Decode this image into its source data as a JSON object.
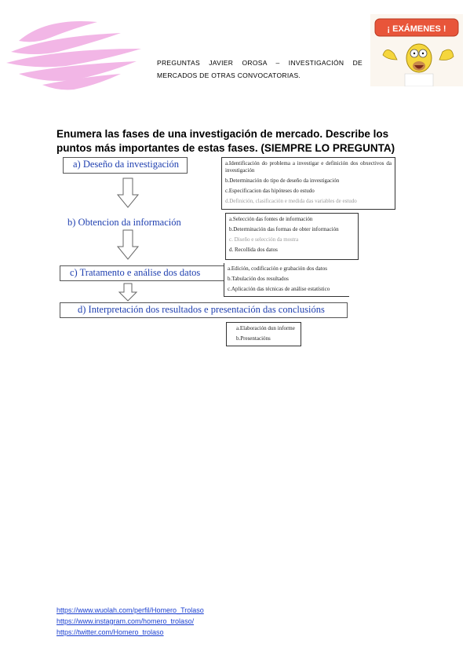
{
  "header": {
    "line1": "PREGUNTAS JAVIER OROSA – INVESTIGACIÓN DE",
    "line2": "MERCADOS DE OTRAS CONVOCATORIAS.",
    "exam_banner": "¡ EXÁMENES !"
  },
  "question": {
    "title": "Enumera las fases de una investigación de mercado. Describe los puntos más importantes de estas fases. (SIEMPRE LO PREGUNTA)"
  },
  "phases": [
    {
      "label": "a) Deseño da investigación",
      "items": [
        "a.Identificación do problema a investigar e definición dos obxectivos da investigación",
        "b.Determinación do tipo de deseño da investigación",
        "c.Especificacion das hipóteses do estudo",
        "d.Definición, clasificación e medida das variables de estudo"
      ]
    },
    {
      "label": "b) Obtencion da información",
      "items": [
        "a.Selección das fontes de información",
        "b.Determinación das formas de obter información",
        "c. Diseño e selección da mostra",
        "d. Recollida dos datos"
      ]
    },
    {
      "label": "c) Tratamento e análise dos datos",
      "items": [
        "a.Edición, codificación e grabación dos datos",
        "b.Tabulación dos resultados",
        "c.Aplicación das técnicas de análise estatístico"
      ]
    },
    {
      "label": "d) Interpretación dos resultados e presentación das conclusións",
      "items": [
        "a.Elaboración dun informe",
        "b.Presentacións"
      ]
    }
  ],
  "links": [
    "https://www.wuolah.com/perfil/Homero_Trolaso",
    "https://www.instagram.com/homero_trolaso/",
    "https://twitter.com/Homero_trolaso"
  ]
}
